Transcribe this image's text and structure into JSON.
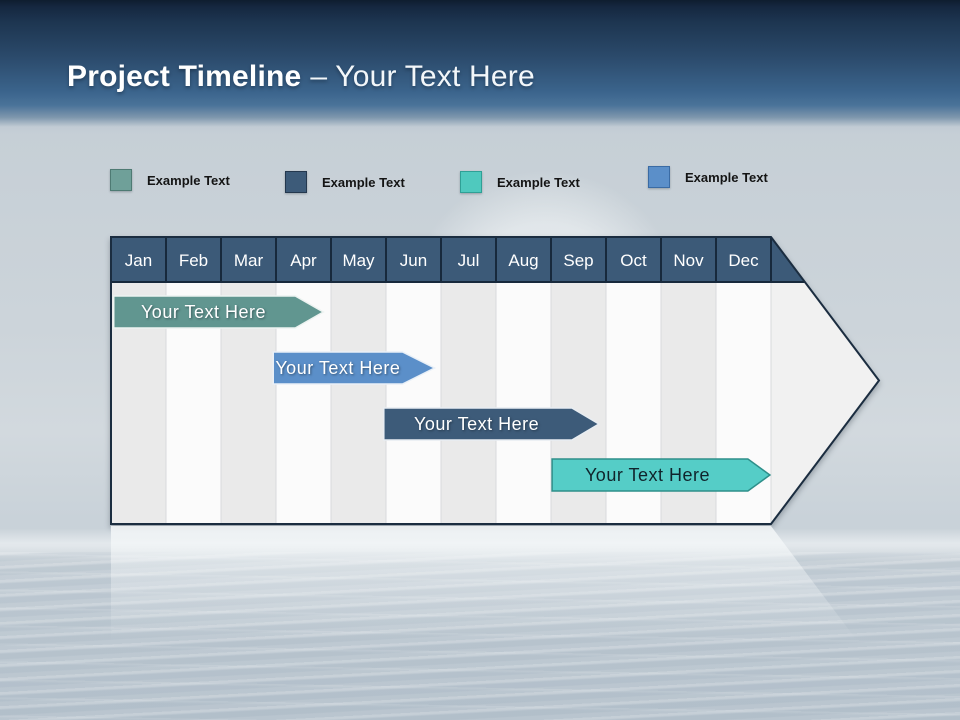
{
  "slide": {
    "title_bold": "Project Timeline",
    "title_rest": "– Your Text Here"
  },
  "legend": {
    "items": [
      {
        "label": "Example Text",
        "color": "#6FA099",
        "border": "#4E7A73"
      },
      {
        "label": "Example Text",
        "color": "#3D5B79",
        "border": "#24384E"
      },
      {
        "label": "Example Text",
        "color": "#4FC9BE",
        "border": "#2FA096"
      },
      {
        "label": "Example Text",
        "color": "#5B8FC9",
        "border": "#3A6BA4"
      }
    ]
  },
  "chart_data": {
    "type": "gantt",
    "title": "Project Timeline – Your Text Here",
    "categories": [
      "Jan",
      "Feb",
      "Mar",
      "Apr",
      "May",
      "Jun",
      "Jul",
      "Aug",
      "Sep",
      "Oct",
      "Nov",
      "Dec"
    ],
    "axis_range_months": [
      0,
      12
    ],
    "grid": "alternating-column-stripes",
    "header_fill": "#3C5A78",
    "header_text_color": "#FFFFFF",
    "grid_border": "#17293C",
    "column_stripe_dark": "#EAEAEA",
    "column_stripe_light": "#FBFBFB",
    "body_fill": "#F1F1F1",
    "bars": [
      {
        "label": "Your Text Here",
        "start_month": 0.05,
        "end_month": 3.35,
        "row": 0,
        "fill": "#619690",
        "stroke": "#EDF3F1",
        "text_color": "#FFFFFF"
      },
      {
        "label": "Your Text Here",
        "start_month": 2.95,
        "end_month": 5.3,
        "row": 1,
        "fill": "#5B8FC9",
        "stroke": "#E9F0F8",
        "text_color": "#FFFFFF"
      },
      {
        "label": "Your Text Here",
        "start_month": 4.96,
        "end_month": 8.38,
        "row": 2,
        "fill": "#3D5B79",
        "stroke": "#E8EDF2",
        "text_color": "#FFFFFF"
      },
      {
        "label": "Your Text Here",
        "start_month": 8.02,
        "end_month": 11.58,
        "row": 3,
        "fill": "#55CDC7",
        "stroke": "#2E8F8A",
        "text_color": "#10242C"
      }
    ]
  }
}
